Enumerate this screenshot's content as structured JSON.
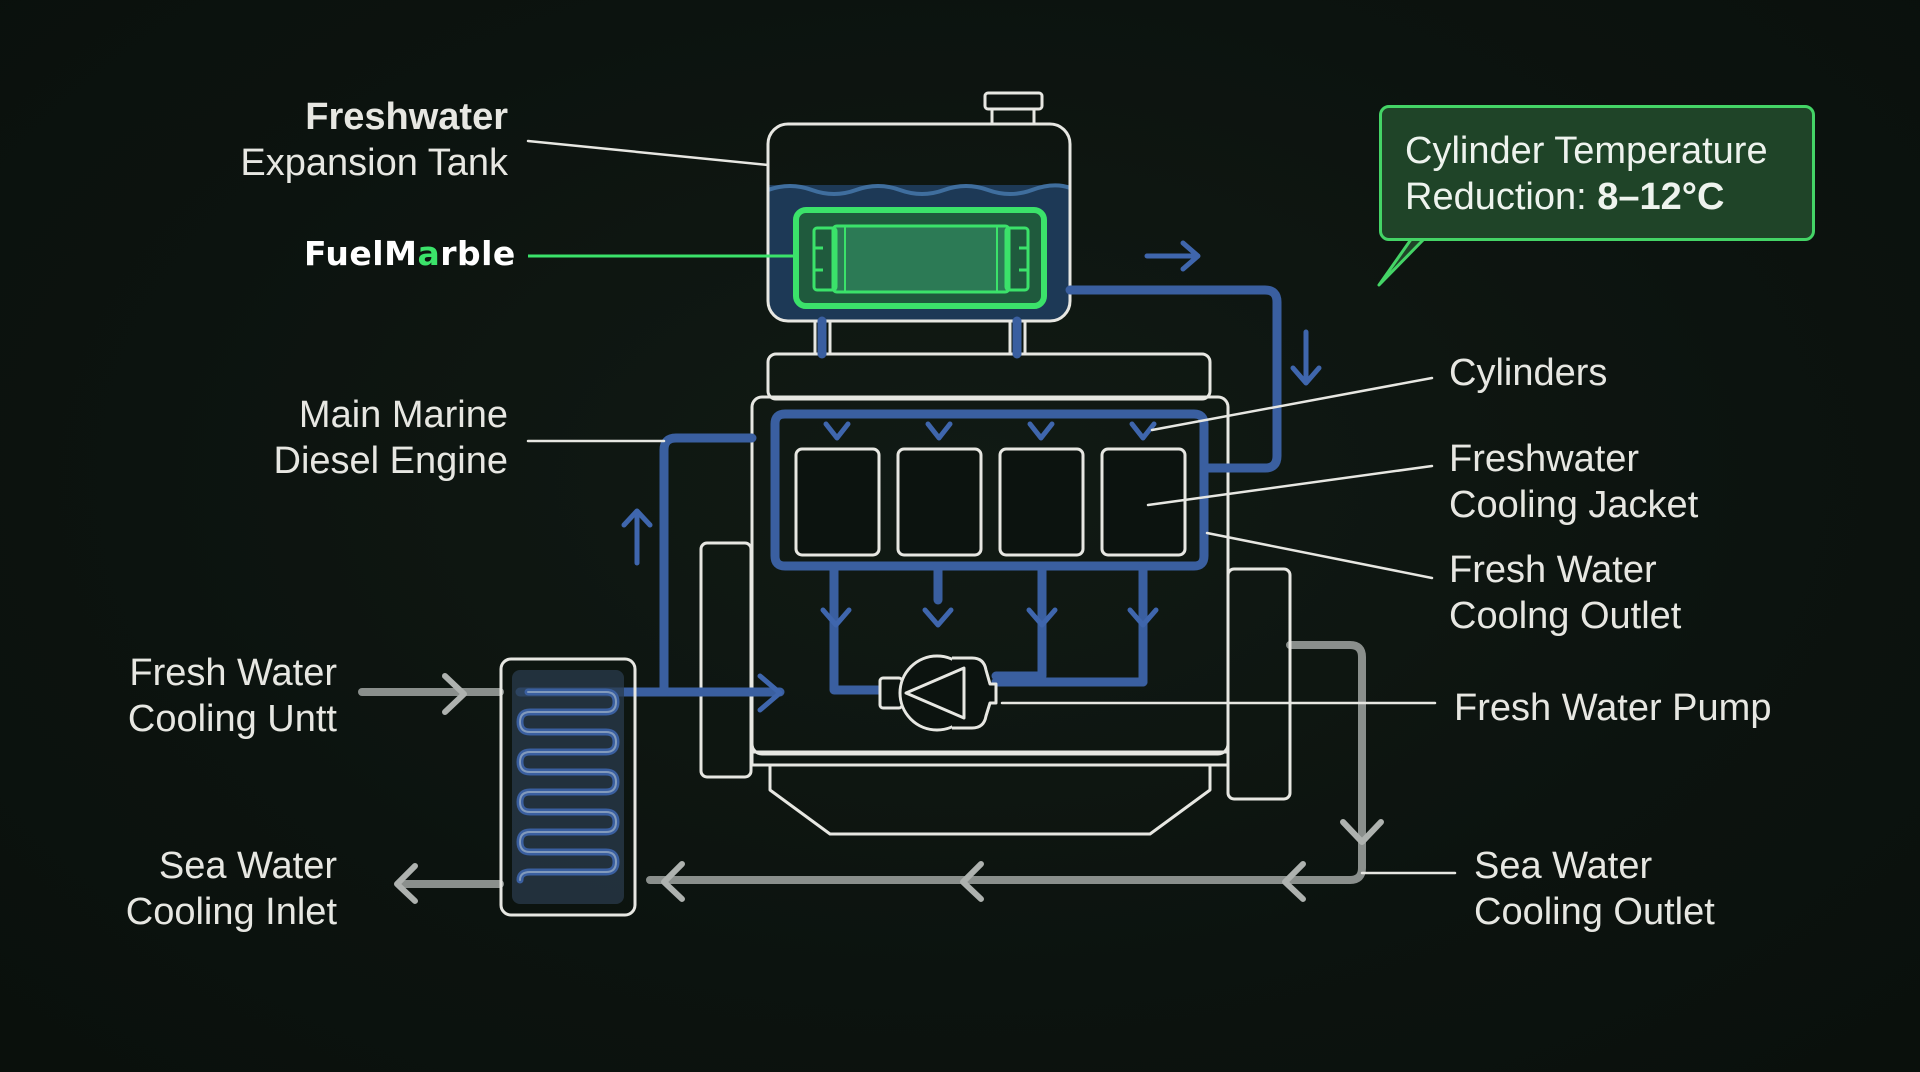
{
  "labels": {
    "expansion_tank": [
      "Freshwater",
      "Expansion Tank"
    ],
    "fuelmarble_logo": "FuelMarble",
    "main_engine": [
      "Main Marine",
      "Diesel Engine"
    ],
    "fresh_water_cooling_unit": [
      "Fresh Water",
      "Cooling Untt"
    ],
    "sea_water_inlet": [
      "Sea Water",
      "Cooling Inlet"
    ],
    "cylinders": "Cylinders",
    "freshwater_jacket": [
      "Freshwater",
      "Cooling Jacket"
    ],
    "fresh_water_outlet": [
      "Fresh Water",
      "Coolng Outlet"
    ],
    "fresh_water_pump": "Fresh Water Pump",
    "sea_water_outlet": [
      "Sea Water",
      "Cooling Outlet"
    ]
  },
  "callout": {
    "line1": "Cylinder Temperature",
    "line2_prefix": "Reduction: ",
    "line2_value": "8–12°C"
  },
  "colors": {
    "background": "#0c130f",
    "outline": "#e7e7e2",
    "freshwater_pipe": "#3a5fa0",
    "seawater_pipe": "#8a8f8c",
    "fuelmarble_green": "#3be26a",
    "callout_fill": "#1f4428",
    "water_fill": "#264a6e"
  }
}
